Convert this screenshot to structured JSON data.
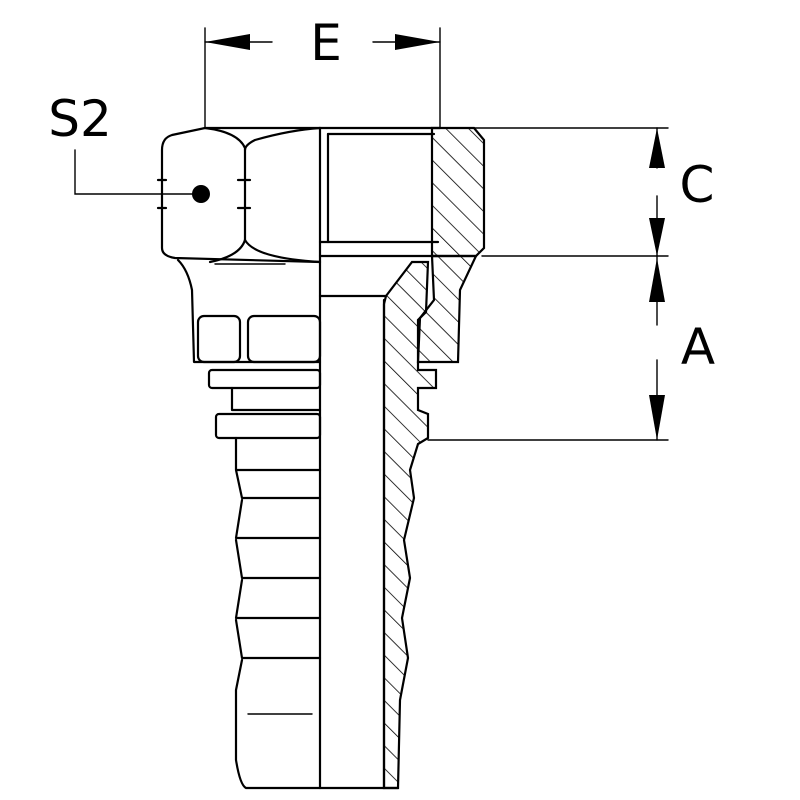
{
  "labels": {
    "E": "E",
    "S2": "S2",
    "C": "C",
    "A": "A"
  },
  "colors": {
    "line": "#000000",
    "background": "#ffffff"
  }
}
